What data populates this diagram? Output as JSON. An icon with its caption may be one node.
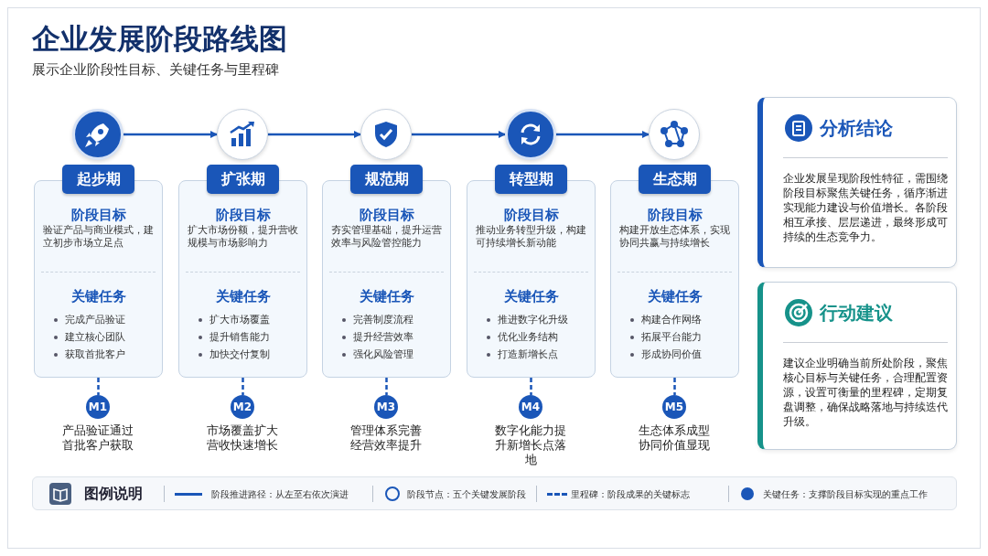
{
  "diagram": {
    "title": "企业发展阶段路线图",
    "nodes": [
      {
        "text": [],
        "shape": "circle"
      },
      {
        "text": [
          "起步期",
          "阶段目标",
          "验证产品与商业模式，建立初步市场立足点",
          "关键任务",
          "完成产品验证",
          "建立核心团队",
          "获取首批客户"
        ]
      },
      {
        "text": [
          "M1"
        ],
        "beside": [
          "产品验证通过首批客户获取"
        ]
      },
      {
        "text": [],
        "shape": "circle"
      },
      {
        "text": [
          "扩张期",
          "阶段目标",
          "扩大市场份额，提升营收规模与市场影响力",
          "关键任务",
          "扩大市场覆盖",
          "提升销售能力",
          "加快交付复制"
        ]
      },
      {
        "text": [
          "M2"
        ],
        "beside": [
          "市场覆盖扩大营收快速增长"
        ]
      },
      {
        "text": [],
        "shape": "circle"
      },
      {
        "text": [
          "规范期",
          "阶段目标",
          "夯实管理基础，提升运营效率与风险管控能力",
          "关键任务",
          "完善制度流程",
          "提升经营效率",
          "强化风险管理"
        ]
      },
      {
        "text": [
          "M3"
        ],
        "beside": [
          "管理体系完善经营效率提升"
        ]
      },
      {
        "text": [],
        "shape": "circle"
      },
      {
        "text": [
          "转型期",
          "阶段目标",
          "推动业务转型升级，构建可持续增长新动能",
          "关键任务",
          "推进数字化升级",
          "优化业务结构",
          "打造新增长点"
        ]
      },
      {
        "text": [
          "M4"
        ],
        "beside": [
          "数字化能力提升新增长点落地"
        ]
      },
      {
        "text": [],
        "shape": "circle"
      },
      {
        "text": [
          "生态期",
          "阶段目标",
          "构建开放生态体系，实现协同共赢与持续增长",
          "关键任务",
          "构建合作网络",
          "拓展平台能力",
          "形成协同价值"
        ]
      },
      {
        "text": [
          "M5"
        ],
        "beside": [
          "生态体系成型协同价值显现"
        ]
      },
      {
        "text": [
          "分析结论",
          "企业发展呈现阶段性特征，需围绕阶段目标聚焦关键任务，循序渐进实现能力建设与价值增长。各阶段相互承接、层层递进，最终形成可持续的生态竞争力。"
        ]
      },
      {
        "text": [
          "行动建议",
          "建议企业明确当前所处阶段，聚焦核心目标与关键任务，合理配置资源，设置可衡量的里程碑，定期复盘调整，确保战略落地与持续迭代升级。"
        ]
      }
    ],
    "edges": [
      {
        "from": 0,
        "to": 3,
        "arrow": "to"
      },
      {
        "from": 3,
        "to": 6,
        "arrow": "to"
      },
      {
        "from": 6,
        "to": 9,
        "arrow": "to"
      },
      {
        "from": 9,
        "to": 12,
        "arrow": "to"
      },
      {
        "from": 1,
        "to": 2,
        "arrow": "none",
        "style": "dashed"
      },
      {
        "from": 4,
        "to": 5,
        "arrow": "none",
        "style": "dashed"
      },
      {
        "from": 7,
        "to": 8,
        "arrow": "none",
        "style": "dashed"
      },
      {
        "from": 10,
        "to": 11,
        "arrow": "none",
        "style": "dashed"
      },
      {
        "from": 13,
        "to": 14,
        "arrow": "none",
        "style": "dashed"
      }
    ],
    "labels": [
      "展示企业阶段性目标、关键任务与里程碑",
      "图例说明"
    ],
    "legend": [
      {
        "text": "阶段推进路径：从左至右依次演进"
      },
      {
        "text": "阶段节点：五个关键发展阶段"
      },
      {
        "text": "里程碑：阶段成果的关键标志"
      },
      {
        "text": "关键任务：支撑阶段目标实现的重点工作",
        "color": "#1a56b8"
      }
    ]
  }
}
